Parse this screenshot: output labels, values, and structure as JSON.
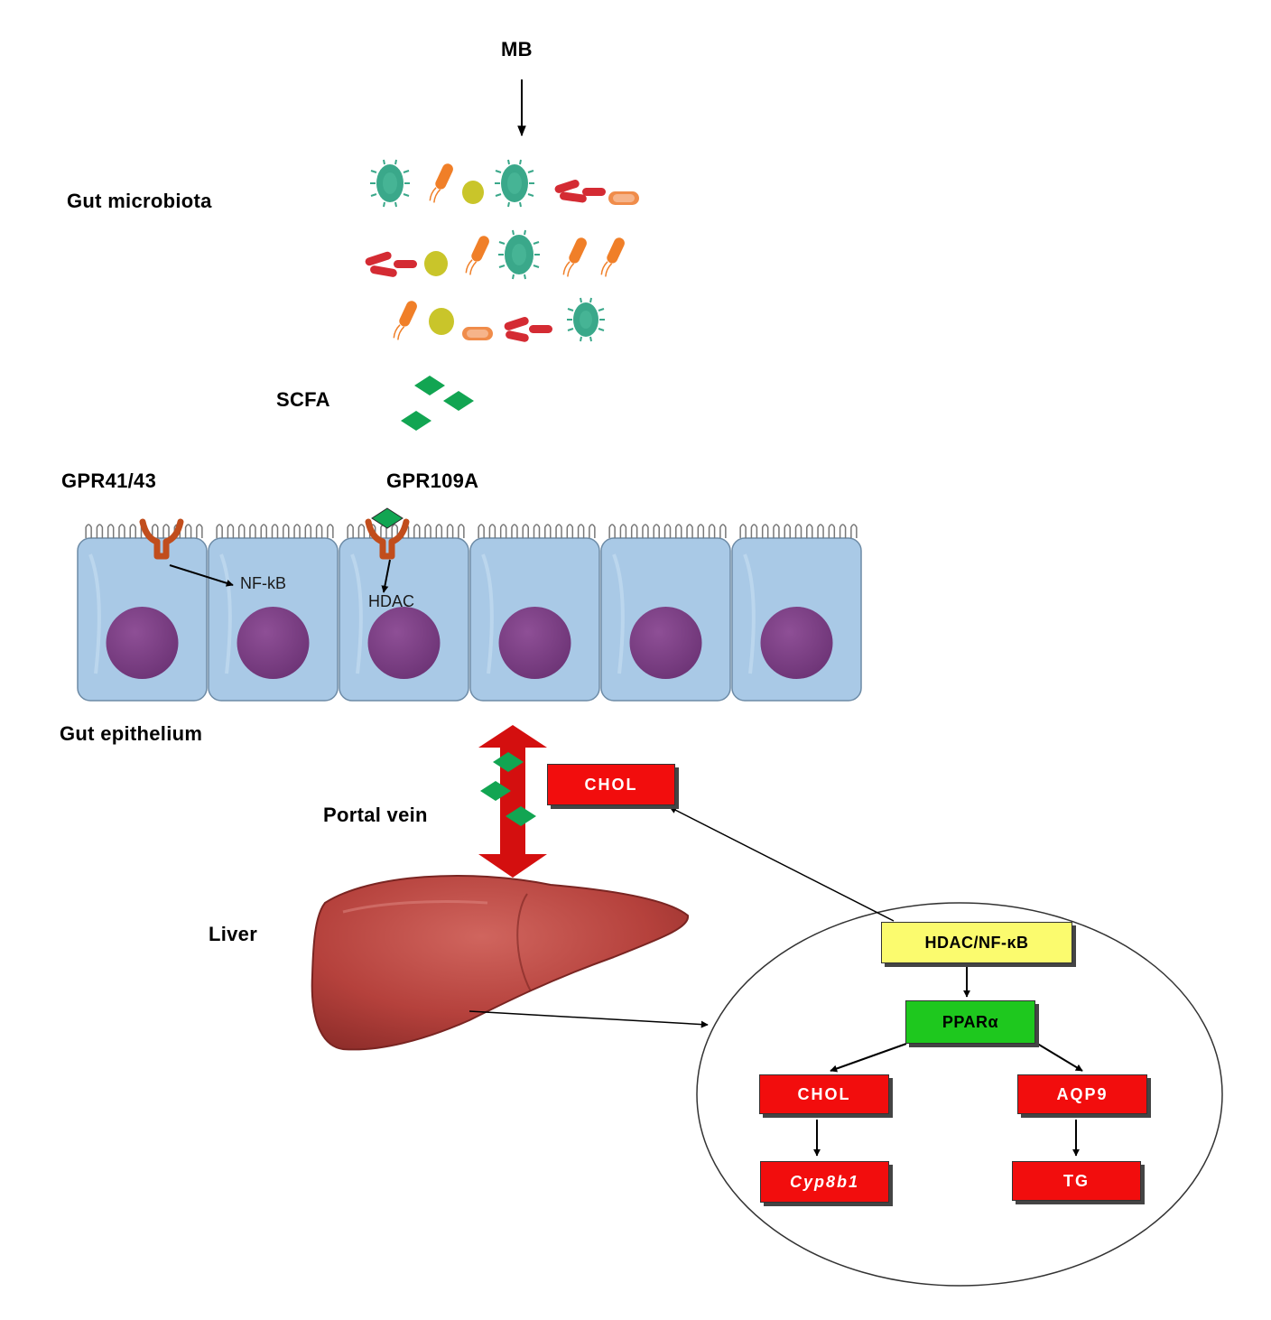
{
  "labels": {
    "mb": "MB",
    "gut_microbiota": "Gut microbiota",
    "scfa": "SCFA",
    "gpr41_43": "GPR41/43",
    "gpr109a": "GPR109A",
    "nfkb_cell": "NF-kB",
    "hdac_cell": "HDAC",
    "gut_epithelium": "Gut epithelium",
    "portal_vein": "Portal vein",
    "liver": "Liver"
  },
  "boxes": {
    "chol_top": "CHOL",
    "hdac_nfkb": "HDAC/NF-κB",
    "ppara": "PPARα",
    "chol_inner": "CHOL",
    "aqp9": "AQP9",
    "cyp8b1": "Cyp8b1",
    "tg": "TG"
  },
  "colors": {
    "red_box": "#f20d0d",
    "yellow_box": "#fbfb6e",
    "green_box": "#1ec81e",
    "scfa_green": "#12a552",
    "epithelium": "#a9c9e6",
    "nucleus": "#7a3f82",
    "liver": "#b5413c",
    "vein_arrow": "#d40f0f"
  }
}
